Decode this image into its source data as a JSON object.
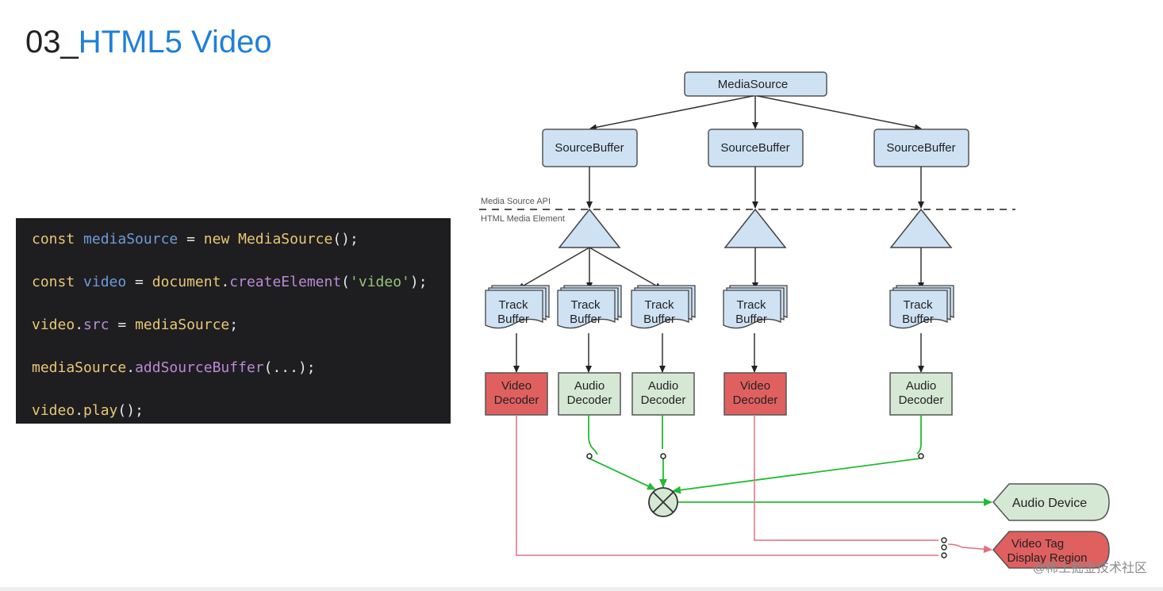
{
  "slide": {
    "title_prefix": "03_",
    "title_main": "HTML5 Video"
  },
  "code": {
    "lines": [
      [
        {
          "t": "const",
          "c": "kw"
        },
        {
          "t": " ",
          "c": "plain"
        },
        {
          "t": "mediaSource",
          "c": "ident"
        },
        {
          "t": " = ",
          "c": "plain"
        },
        {
          "t": "new",
          "c": "kw"
        },
        {
          "t": " ",
          "c": "plain"
        },
        {
          "t": "MediaSource",
          "c": "cls"
        },
        {
          "t": "();",
          "c": "plain"
        }
      ],
      [
        {
          "t": "const",
          "c": "kw"
        },
        {
          "t": " ",
          "c": "plain"
        },
        {
          "t": "video",
          "c": "ident"
        },
        {
          "t": " = ",
          "c": "plain"
        },
        {
          "t": "document",
          "c": "cls"
        },
        {
          "t": ".",
          "c": "plain"
        },
        {
          "t": "createElement",
          "c": "fn"
        },
        {
          "t": "(",
          "c": "plain"
        },
        {
          "t": "'video'",
          "c": "str"
        },
        {
          "t": ");",
          "c": "plain"
        }
      ],
      [
        {
          "t": "video",
          "c": "cls"
        },
        {
          "t": ".",
          "c": "plain"
        },
        {
          "t": "src",
          "c": "fn"
        },
        {
          "t": " = ",
          "c": "plain"
        },
        {
          "t": "mediaSource",
          "c": "cls"
        },
        {
          "t": ";",
          "c": "plain"
        }
      ],
      [
        {
          "t": "mediaSource",
          "c": "cls"
        },
        {
          "t": ".",
          "c": "plain"
        },
        {
          "t": "addSourceBuffer",
          "c": "fn"
        },
        {
          "t": "(...);",
          "c": "plain"
        }
      ],
      [
        {
          "t": "video",
          "c": "cls"
        },
        {
          "t": ".",
          "c": "plain"
        },
        {
          "t": "play",
          "c": "cls"
        },
        {
          "t": "();",
          "c": "plain"
        }
      ]
    ]
  },
  "diagram": {
    "media_source": "MediaSource",
    "source_buffer": "SourceBuffer",
    "api_label": "Media Source API",
    "element_label": "HTML Media Element",
    "track": "Track",
    "buffer": "Buffer",
    "video": "Video",
    "audio": "Audio",
    "decoder": "Decoder",
    "audio_device": "Audio Device",
    "video_tag_line1": "Video Tag",
    "video_tag_line2": "Display Region",
    "colors": {
      "box_fill": "#cfe2f3",
      "box_stroke": "#555555",
      "video_decoder": "#e06060",
      "audio_decoder": "#d5e8d4",
      "audio_path": "#22bb33",
      "video_path": "#e07080"
    }
  },
  "watermark": "@稀土掘金技术社区"
}
